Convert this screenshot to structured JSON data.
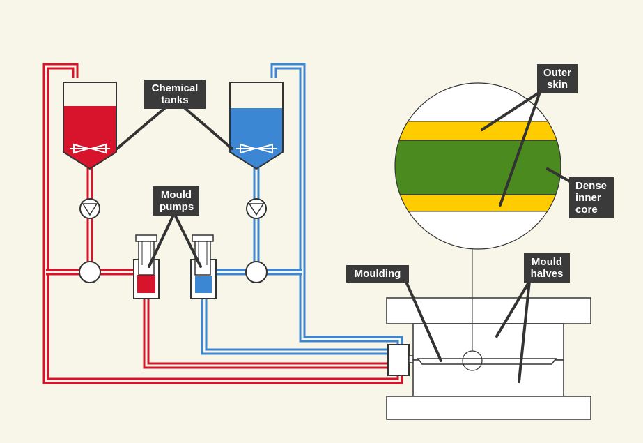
{
  "colors": {
    "background": "#f7f6e8",
    "red": "#d7142c",
    "blue": "#3b87d4",
    "outer_skin": "#ffcc00",
    "inner_core": "#4a8a1e",
    "label_bg": "#3a3a3a"
  },
  "labels": {
    "chemical_tanks": "Chemical\ntanks",
    "mould_pumps": "Mould\npumps",
    "outer_skin": "Outer\nskin",
    "dense_inner_core": "Dense\ninner\ncore",
    "moulding": "Moulding",
    "mould_halves": "Mould\nhalves"
  }
}
